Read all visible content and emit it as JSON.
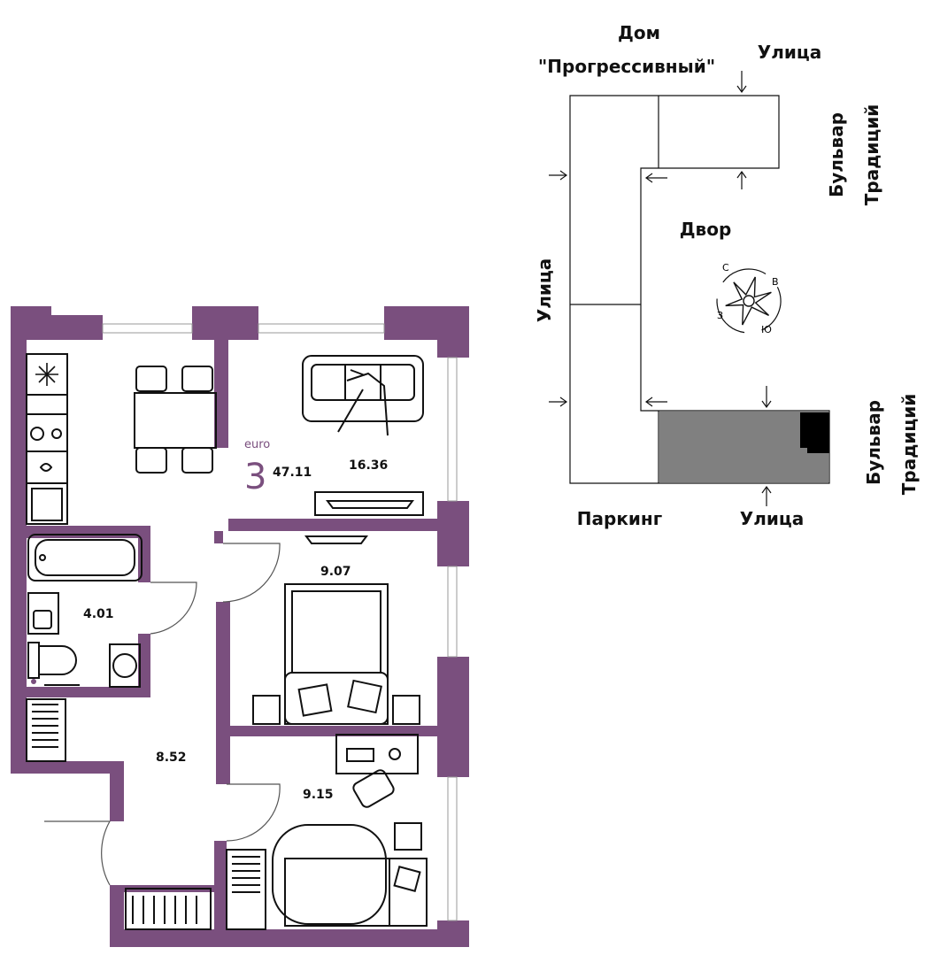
{
  "colors": {
    "wall": "#7a4f7e",
    "accent": "#7a4f7e",
    "parking": "#808080",
    "building_line": "#111111"
  },
  "plan": {
    "type_label": "euro",
    "rooms_count": "3",
    "total_area": "47.11",
    "rooms": [
      {
        "name": "living-kitchen",
        "area": "16.36"
      },
      {
        "name": "bedroom-1",
        "area": "9.07"
      },
      {
        "name": "bathroom",
        "area": "4.01"
      },
      {
        "name": "hallway",
        "area": "8.52"
      },
      {
        "name": "bedroom-2",
        "area": "9.15"
      }
    ],
    "icons": [
      "snowflake-icon",
      "washing-machine-icon",
      "sofa-icon",
      "bed-icon",
      "bathtub-icon",
      "toilet-icon",
      "tv-icon",
      "desk-icon",
      "armchair-icon"
    ]
  },
  "site": {
    "house_title_1": "Дом",
    "house_title_2": "\"Прогрессивный\"",
    "street_top": "Улица",
    "street_left": "Улица",
    "street_bottom": "Улица",
    "boulevard_top_1": "Бульвар",
    "boulevard_top_2": "Традиций",
    "boulevard_bottom_1": "Бульвар",
    "boulevard_bottom_2": "Традиций",
    "courtyard": "Двор",
    "parking": "Паркинг",
    "compass": {
      "n": "С",
      "e": "В",
      "s": "Ю",
      "w": "З"
    }
  }
}
